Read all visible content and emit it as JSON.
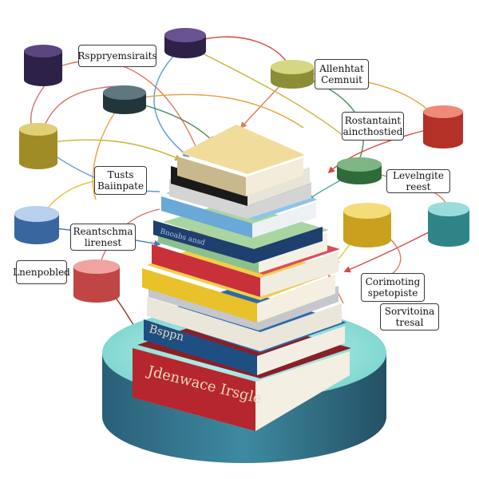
{
  "labels": {
    "l1": "Rsppryemsiraits",
    "l2": "Allenhtat\nCemnuit",
    "l3": "Rostantaint\naincthostied",
    "l4": "Tusts\nBaiinpate",
    "l5": "Levelngite\nreest",
    "l6": "Reantschma\nlirenest",
    "l7": "Lnenpobled",
    "l8": "Corimoting\nspetopiste",
    "l9": "Sorvitoina\ntresal"
  },
  "books": {
    "bottom_title": "Jdenwace Irsgle",
    "second_title": "Bsppn",
    "stripe_title": "Bnoabs ansd"
  },
  "colors": {
    "platform_top": "#8fe3dc",
    "platform_side": "#2e6e86",
    "db_purple": "#3f2d5c",
    "db_slate": "#3f5660",
    "db_olive": "#b8b95a",
    "db_mustard": "#c9b43f",
    "db_red": "#d9453a",
    "db_green": "#4c8a55",
    "db_yellow": "#e8c43a",
    "db_teal": "#46a8ad",
    "db_blue": "#4d79b0",
    "db_rose": "#d96e6e"
  }
}
